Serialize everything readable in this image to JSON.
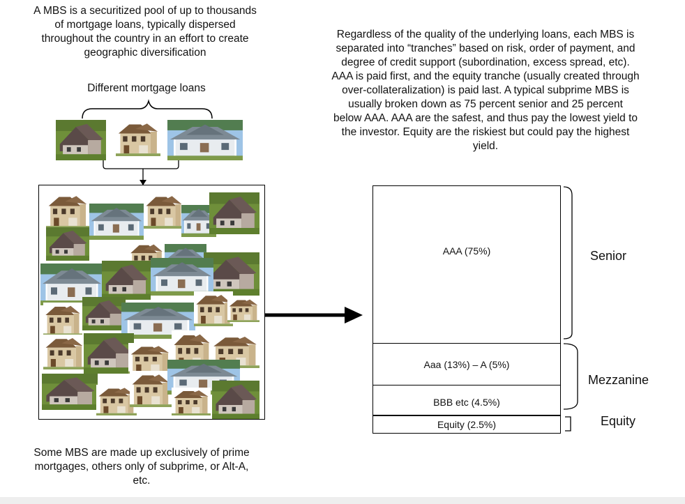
{
  "intro": {
    "lines": [
      "A MBS is a securitized pool of up to thousands",
      "of mortgage loans, typically dispersed",
      "throughout the country in an effort to create",
      "geographic diversification"
    ]
  },
  "loans_label": "Different mortgage loans",
  "tranche_description": {
    "lines": [
      "Regardless of the quality of the underlying loans, each MBS is",
      "separated into “tranches” based on risk, order of payment, and",
      "degree of credit support (subordination, excess spread, etc).",
      "AAA is paid first, and the equity tranche (usually created through",
      "over-collateralization) is paid last.  A typical subprime MBS is",
      "usually broken down as 75 percent senior and 25 percent",
      "below AAA.  AAA are the safest, and thus pay the lowest yield to",
      "the investor.  Equity are the riskiest but could pay the highest",
      "yield."
    ]
  },
  "bottom_note": {
    "lines": [
      "Some MBS are made up exclusively of prime",
      "mortgages, others only of subprime, or Alt-A,",
      "etc."
    ]
  },
  "tranches": [
    {
      "label": "AAA (75%)"
    },
    {
      "label": "Aaa (13%) – A (5%)"
    },
    {
      "label": "BBB etc (4.5%)"
    },
    {
      "label": "Equity (2.5%)"
    }
  ],
  "groups": {
    "senior": "Senior",
    "mezzanine": "Mezzanine",
    "equity": "Equity"
  },
  "colors": {
    "grass": "#6f8f3a",
    "roof_dark": "#5a4a48",
    "stucco": "#d9c7a3",
    "roof_brown": "#7a5a3a",
    "cottage_wall": "#e8ecef",
    "cottage_roof": "#7d8a94",
    "sky": "#9ec4e6"
  }
}
